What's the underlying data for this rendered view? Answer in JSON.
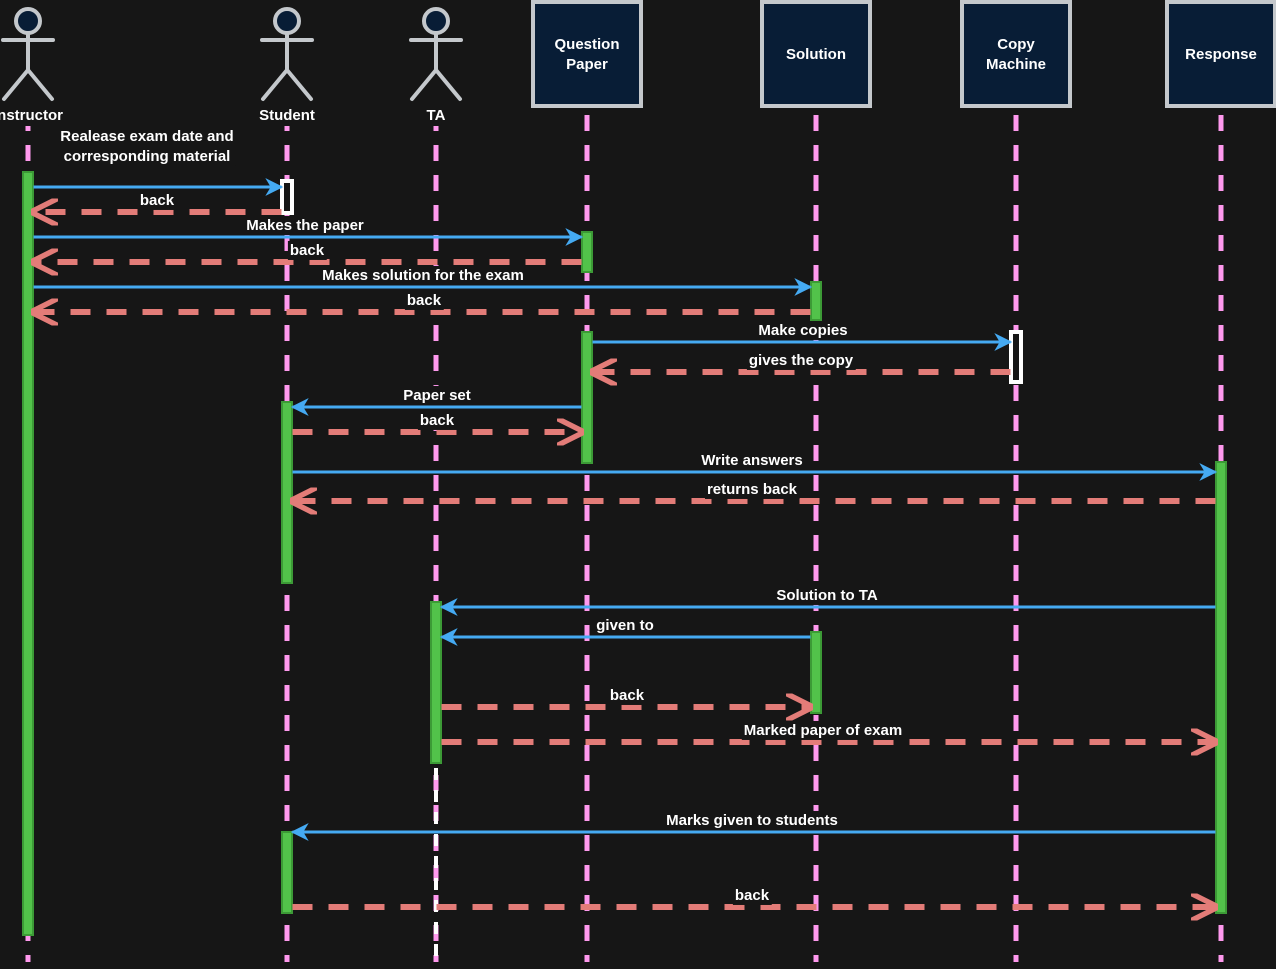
{
  "colors": {
    "background": "#161616",
    "lifeline": "#ff99ee",
    "ta_lifeline_tail": "#ffffff",
    "activation": "#52c24a",
    "activation_hollow": "#ffffff",
    "sync_message": "#45aaf2",
    "return_message": "#e37c78",
    "object_fill": "#081d36",
    "object_border": "#c4c8cc",
    "text": "#ffffff"
  },
  "participants": [
    {
      "id": "instructor",
      "label": "Instructor",
      "kind": "actor"
    },
    {
      "id": "student",
      "label": "Student",
      "kind": "actor"
    },
    {
      "id": "ta",
      "label": "TA",
      "kind": "actor"
    },
    {
      "id": "question_paper",
      "label": "Question\nPaper",
      "kind": "object"
    },
    {
      "id": "solution",
      "label": "Solution",
      "kind": "object"
    },
    {
      "id": "copy_machine",
      "label": "Copy\nMachine",
      "kind": "object"
    },
    {
      "id": "response",
      "label": "Response",
      "kind": "object"
    }
  ],
  "messages": [
    {
      "from": "instructor",
      "to": "student",
      "type": "sync",
      "label": "Realease exam date and\ncorresponding material"
    },
    {
      "from": "student",
      "to": "instructor",
      "type": "return",
      "label": "back"
    },
    {
      "from": "instructor",
      "to": "question_paper",
      "type": "sync",
      "label": "Makes the paper"
    },
    {
      "from": "question_paper",
      "to": "instructor",
      "type": "return",
      "label": "back"
    },
    {
      "from": "instructor",
      "to": "solution",
      "type": "sync",
      "label": "Makes solution for the exam"
    },
    {
      "from": "solution",
      "to": "instructor",
      "type": "return",
      "label": "back"
    },
    {
      "from": "question_paper",
      "to": "copy_machine",
      "type": "sync",
      "label": "Make copies"
    },
    {
      "from": "copy_machine",
      "to": "question_paper",
      "type": "return",
      "label": "gives the copy"
    },
    {
      "from": "question_paper",
      "to": "student",
      "type": "sync",
      "label": "Paper set"
    },
    {
      "from": "student",
      "to": "question_paper",
      "type": "return",
      "label": "back"
    },
    {
      "from": "student",
      "to": "response",
      "type": "sync",
      "label": "Write answers"
    },
    {
      "from": "response",
      "to": "student",
      "type": "return",
      "label": "returns back"
    },
    {
      "from": "response",
      "to": "ta",
      "type": "sync",
      "label": "Solution to TA"
    },
    {
      "from": "solution",
      "to": "ta",
      "type": "sync",
      "label": "given to"
    },
    {
      "from": "ta",
      "to": "solution",
      "type": "return",
      "label": "back"
    },
    {
      "from": "ta",
      "to": "response",
      "type": "return",
      "label": "Marked paper of exam"
    },
    {
      "from": "response",
      "to": "student",
      "type": "sync",
      "label": "Marks given to students"
    },
    {
      "from": "student",
      "to": "response",
      "type": "return",
      "label": "back"
    }
  ]
}
